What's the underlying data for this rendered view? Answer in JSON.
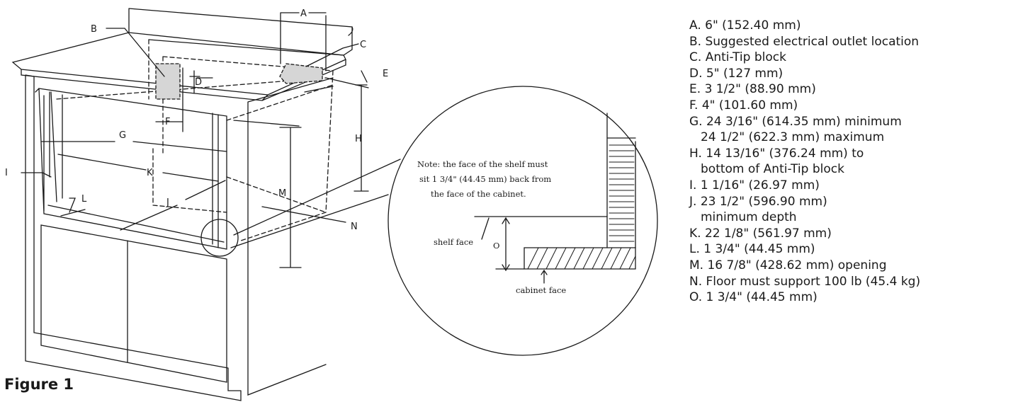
{
  "figure_title": "Figure 1",
  "note_lines": [
    "Note: the face of the shelf must",
    "sit 1 3/4\" (44.45 mm) back from",
    "the face of the cabinet."
  ],
  "detail_labels": {
    "shelf_face": "shelf face",
    "cabinet_face": "cabinet face",
    "o": "O"
  },
  "callouts": [
    "A",
    "B",
    "C",
    "D",
    "E",
    "F",
    "G",
    "H",
    "I",
    "J",
    "K",
    "L",
    "M",
    "N"
  ],
  "legend": [
    {
      "letter": "A.",
      "text": "6\" (152.40 mm)"
    },
    {
      "letter": "B.",
      "text": "Suggested electrical outlet location"
    },
    {
      "letter": "C.",
      "text": "Anti-Tip block"
    },
    {
      "letter": "D.",
      "text": "5\" (127 mm)"
    },
    {
      "letter": "E.",
      "text": "3 1/2\" (88.90 mm)"
    },
    {
      "letter": "F.",
      "text": "4\" (101.60 mm)"
    },
    {
      "letter": "G.",
      "text": "24 3/16\" (614.35 mm) minimum",
      "cont": "24 1/2\" (622.3 mm) maximum"
    },
    {
      "letter": "H.",
      "text": "14 13/16\" (376.24 mm) to",
      "cont": "bottom of Anti-Tip block"
    },
    {
      "letter": "I.",
      "text": "1 1/16\" (26.97 mm)"
    },
    {
      "letter": "J.",
      "text": "23 1/2\" (596.90 mm)",
      "cont": "minimum depth"
    },
    {
      "letter": "K.",
      "text": "22 1/8\" (561.97 mm)"
    },
    {
      "letter": "L.",
      "text": "1 3/4\" (44.45 mm)"
    },
    {
      "letter": "M.",
      "text": "16 7/8\" (428.62 mm) opening"
    },
    {
      "letter": "N.",
      "text": "Floor must support 100 lb (45.4 kg)"
    },
    {
      "letter": "O.",
      "text": "1 3/4\" (44.45 mm)"
    }
  ]
}
